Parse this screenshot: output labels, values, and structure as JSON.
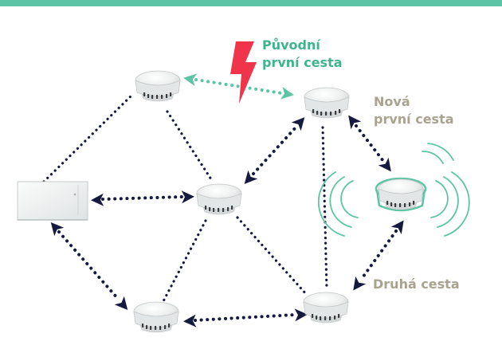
{
  "labels": {
    "original_path": {
      "line1": "Původní",
      "line2": "první cesta"
    },
    "new_path": {
      "line1": "Nová",
      "line2": "první cesta"
    },
    "second_path": "Druhá cesta"
  },
  "colors": {
    "accent": "#5ec4a6",
    "dark_path": "#151a3f",
    "lightning": "#f0344b",
    "label_gray": "#a8a28f",
    "label_green": "#3fb48e",
    "signal_wave": "#5ec4a6"
  },
  "icons": {
    "detector": "smoke-detector-icon",
    "panel": "control-panel-icon",
    "failure": "lightning-bolt-icon",
    "signal": "radio-waves-icon"
  }
}
